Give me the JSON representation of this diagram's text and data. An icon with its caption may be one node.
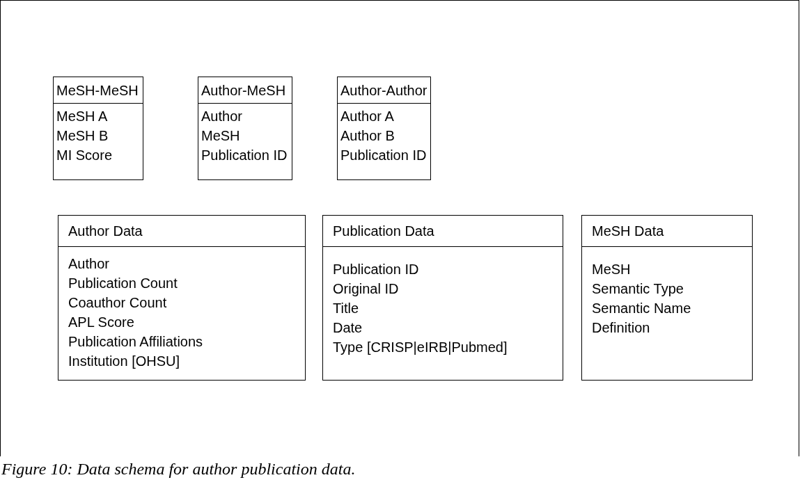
{
  "diagram": {
    "caption": "Figure 10: Data schema for author publication data.",
    "nodes": [
      {
        "text": [
          "MeSH-MeSH",
          "MeSH A",
          "MeSH B",
          "MI Score"
        ]
      },
      {
        "text": [
          "Author-MeSH",
          "Author",
          "MeSH",
          "Publication ID"
        ]
      },
      {
        "text": [
          "Author-Author",
          "Author A",
          "Author B",
          "Publication ID"
        ]
      },
      {
        "text": [
          "Author Data",
          "Author",
          "Publication Count",
          "Coauthor Count",
          "APL Score",
          "Publication Affiliations",
          "Institution [OHSU]"
        ]
      },
      {
        "text": [
          "Publication Data",
          "Publication ID",
          "Original ID",
          "Title",
          "Date",
          "Type [CRISP|eIRB|Pubmed]"
        ]
      },
      {
        "text": [
          "MeSH Data",
          "MeSH",
          "Semantic Type",
          "Semantic Name",
          "Definition"
        ]
      }
    ]
  }
}
